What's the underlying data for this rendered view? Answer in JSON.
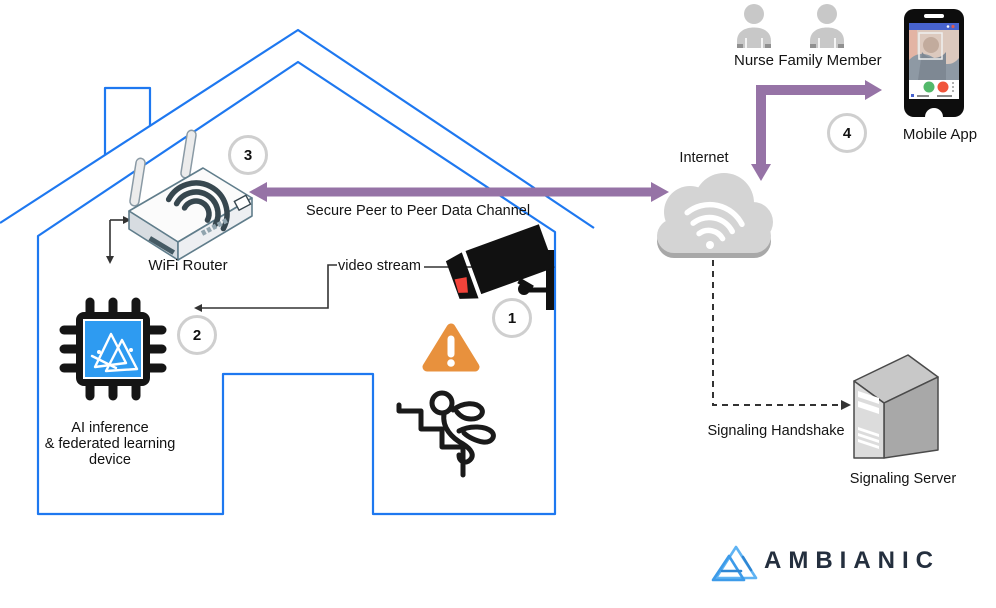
{
  "labels": {
    "wifi_router": "WiFi Router",
    "ai_device_line1": "AI inference",
    "ai_device_line2": "& federated learning",
    "ai_device_line3": "device",
    "video_stream": "video stream",
    "secure_channel": "Secure Peer to Peer Data Channel",
    "internet": "Internet",
    "nurse": "Nurse",
    "family_member": "Family Member",
    "mobile_app": "Mobile App",
    "signaling_handshake": "Signaling Handshake",
    "signaling_server": "Signaling Server"
  },
  "steps": {
    "camera": "1",
    "ai_device": "2",
    "router": "3",
    "mobile_app": "4"
  },
  "brand": {
    "wordmark": "AMBIANIC"
  },
  "colors": {
    "house_outline": "#1E78F0",
    "p2p_arrow": "#9673A6",
    "warning_triangle": "#E8913D",
    "chip_blue": "#2E9BF1",
    "cloud_gray": "#D4D4D4",
    "camera_black": "#111111",
    "lens_red": "#F3433A",
    "wordmark_navy": "#242F3E",
    "server_gray": "#A8A8A8",
    "person_gray": "#C8C8C8"
  },
  "icons": {
    "house": "house-outline-icon",
    "router": "wifi-router-icon",
    "ai_chip": "ai-chip-icon",
    "camera": "cctv-camera-icon",
    "warning": "warning-triangle-icon",
    "falling_person": "person-falling-down-stairs-icon",
    "cloud": "internet-cloud-icon",
    "nurse": "nurse-person-icon",
    "family_member": "family-member-person-icon",
    "phone": "mobile-phone-icon",
    "server": "server-tower-icon",
    "logo": "ambianic-logo-icon"
  }
}
